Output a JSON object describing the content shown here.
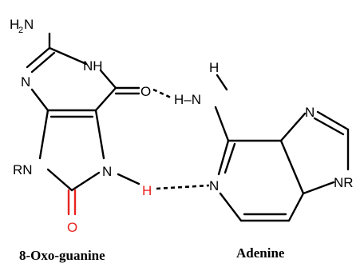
{
  "guanine": {
    "amino_H": "H",
    "amino_sub": "2",
    "amino_N": "N",
    "nh_top": "NH",
    "n_left": "N",
    "carbonyl_O": "O",
    "rn": "RN",
    "n7": "N",
    "h_bridge": "H",
    "oxo_O": "O",
    "caption": "8-Oxo-guanine"
  },
  "adenine": {
    "h_top": "H",
    "hn": "H–N",
    "n_ring_top": "N",
    "n_ring_left": "N",
    "nr": "NR",
    "caption": "Adenine"
  },
  "colors": {
    "bond": "#000000",
    "highlight": "#e8231f"
  }
}
